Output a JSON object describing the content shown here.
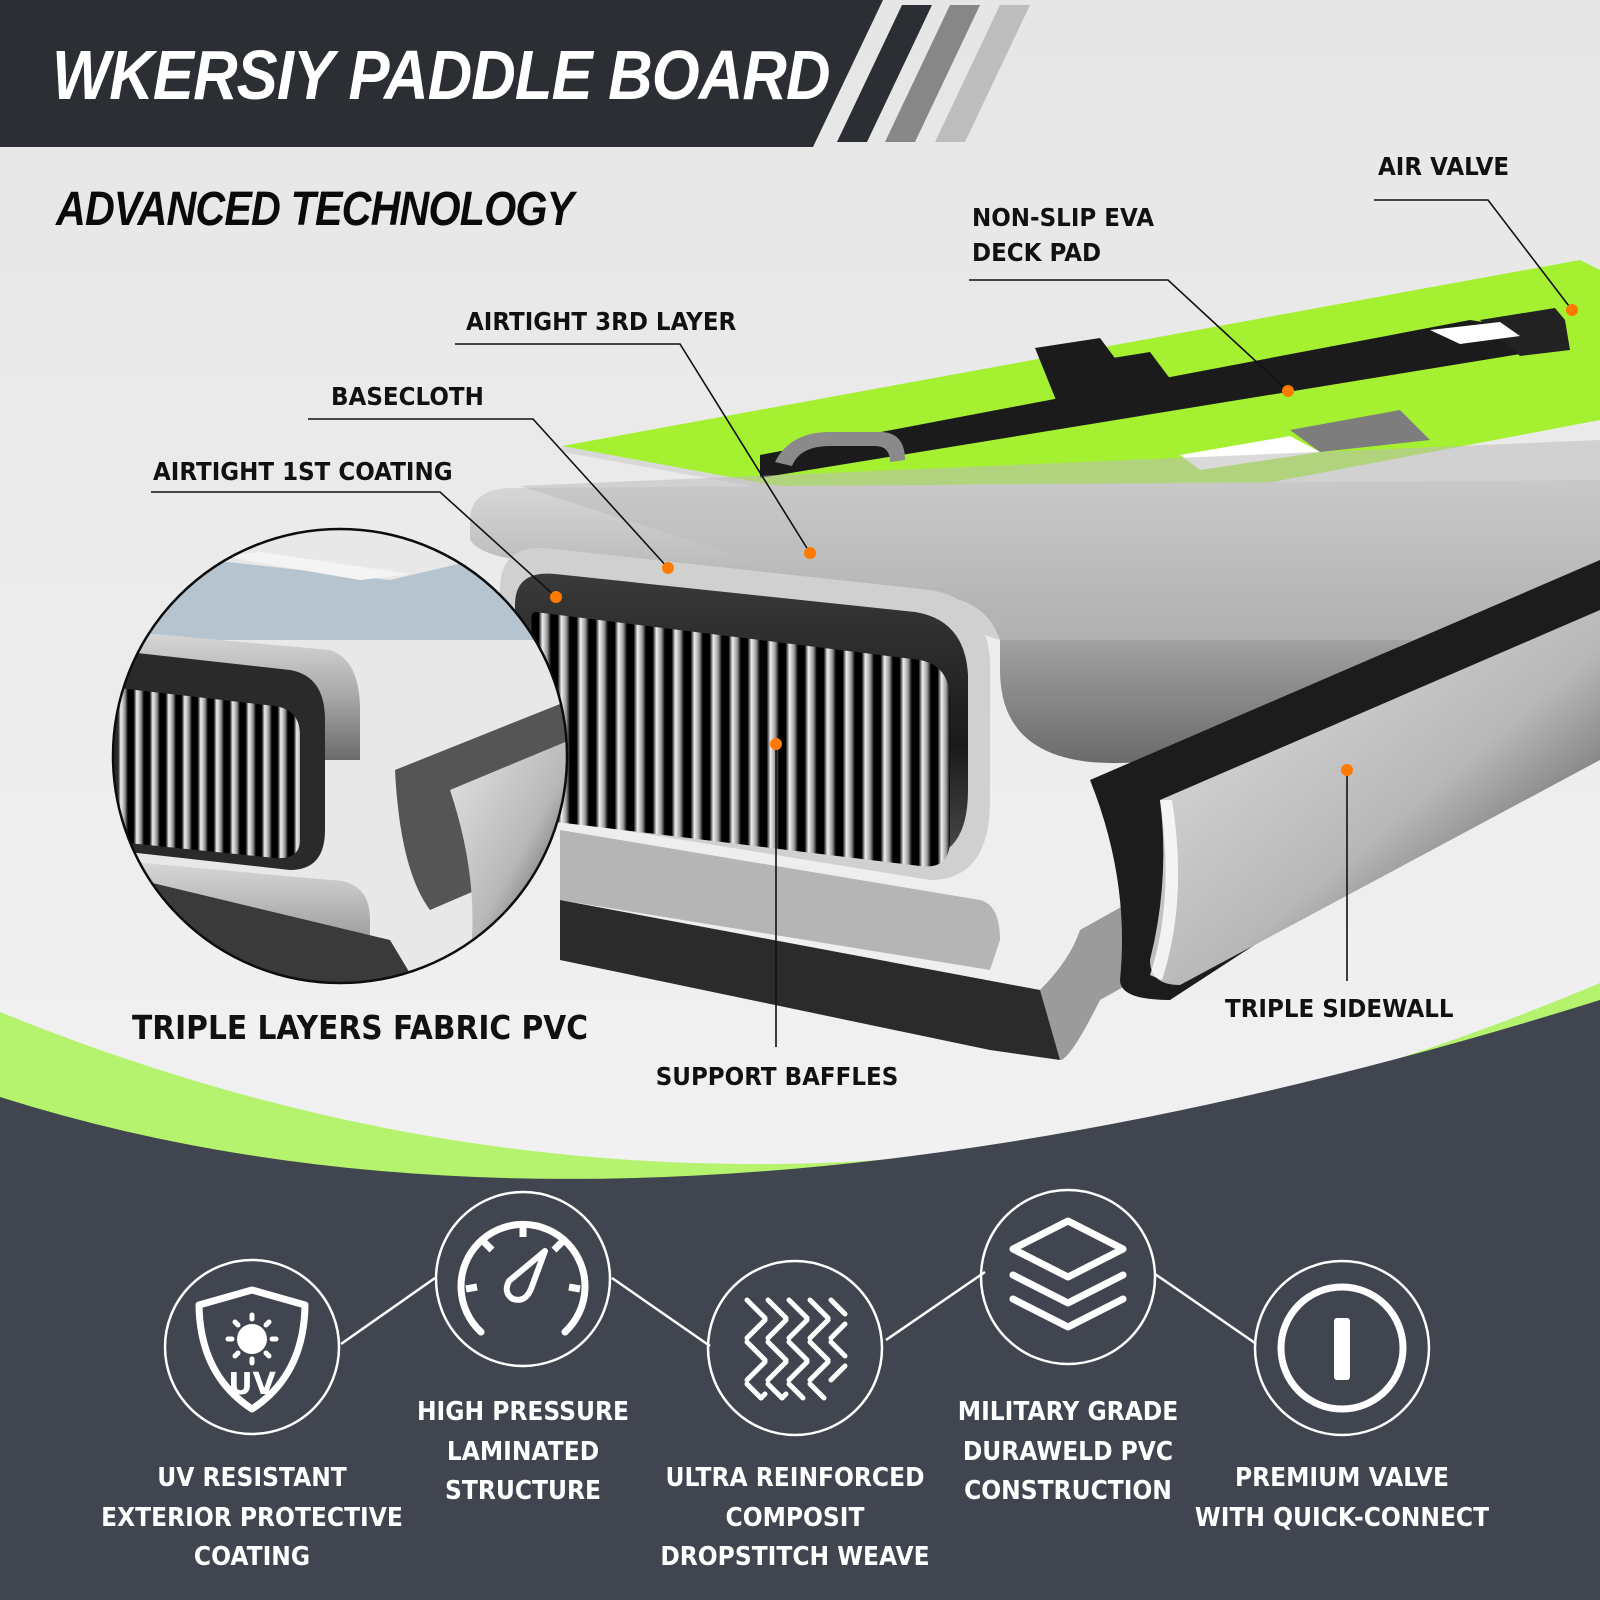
{
  "header": {
    "title": "WKERSIY PADDLE BOARD",
    "subtitle": "ADVANCED TECHNOLOGY"
  },
  "callouts": [
    {
      "id": "air-valve",
      "label": "AIR VALVE"
    },
    {
      "id": "deck-pad",
      "label_line1": "NON-SLIP EVA",
      "label_line2": "DECK PAD"
    },
    {
      "id": "airtight-3rd-layer",
      "label": "AIRTIGHT 3RD LAYER"
    },
    {
      "id": "basecloth",
      "label": "BASECLOTH"
    },
    {
      "id": "airtight-1st-coating",
      "label": "AIRTIGHT 1ST COATING"
    },
    {
      "id": "support-baffles",
      "label": "SUPPORT BAFFLES"
    },
    {
      "id": "triple-sidewall",
      "label": "TRIPLE SIDEWALL"
    }
  ],
  "magnifier": {
    "caption": "TRIPLE LAYERS FABRIC PVC"
  },
  "features": [
    {
      "icon": "uv-shield-icon",
      "lines": [
        "UV RESISTANT",
        "EXTERIOR PROTECTIVE",
        "COATING"
      ]
    },
    {
      "icon": "pressure-gauge-icon",
      "lines": [
        "HIGH PRESSURE",
        "LAMINATED",
        "STRUCTURE"
      ]
    },
    {
      "icon": "weave-icon",
      "lines": [
        "ULTRA REINFORCED",
        "COMPOSIT",
        "DROPSTITCH WEAVE"
      ]
    },
    {
      "icon": "layers-icon",
      "lines": [
        "MILITARY GRADE",
        "DURAWELD PVC",
        "CONSTRUCTION"
      ]
    },
    {
      "icon": "valve-icon",
      "lines": [
        "PREMIUM VALVE",
        "WITH QUICK-CONNECT"
      ]
    }
  ],
  "colors": {
    "header_dark": "#2b2e33",
    "stripe_mid": "#878787",
    "stripe_light": "#bdbdbd",
    "accent_green": "#b5f26e",
    "deck_green": "#a6f032",
    "footer_dark": "#40454f",
    "callout_dot": "#ff7a00",
    "background": "#ececec"
  }
}
